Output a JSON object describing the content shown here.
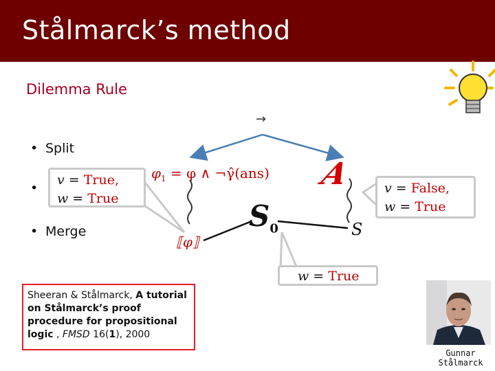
{
  "title": "Stålmarck’s method",
  "subtitle": "Dilemma Rule",
  "bullets": [
    "Split",
    "",
    "Merge"
  ],
  "diagram": {
    "arrow_symbol": "→",
    "phi1_prefix": "φ",
    "phi1_sub": "1",
    "phi1_rest": " = φ ∧ ¬γ̂",
    "phi1_ans": "(ans)",
    "script_A": "A",
    "s_label": "S",
    "s0_label": "S",
    "s0_sub": "0",
    "sem_phi": "⟦φ⟧"
  },
  "callouts": {
    "left": {
      "line1_var": "v",
      "line1_eq": " = ",
      "line1_val": "True,",
      "line2_var": "w",
      "line2_eq": " = ",
      "line2_val": "True"
    },
    "right": {
      "line1_var": "v",
      "line1_eq": " = ",
      "line1_val": "False,",
      "line2_var": "w",
      "line2_eq": " = ",
      "line2_val": "True"
    },
    "bottom": {
      "line1_var": "w",
      "line1_eq": " = ",
      "line1_val": "True"
    }
  },
  "citation": {
    "authors": "Sheeran & Stålmarck, ",
    "title_bold": "A tutorial on Stålmarck’s proof procedure for propositional logic",
    "sep": " , ",
    "venue": "FMSD",
    "vol": " 16(",
    "issue": "1",
    "year_part": "), 2000"
  },
  "photo_caption": {
    "first": "Gunnar",
    "last": "Stålmarck"
  },
  "colors": {
    "title_bar": "#6e0000",
    "accent": "#a50021",
    "arrow": "#4a7fb5",
    "red": "#c00000",
    "cite_border": "#e81c2a"
  }
}
